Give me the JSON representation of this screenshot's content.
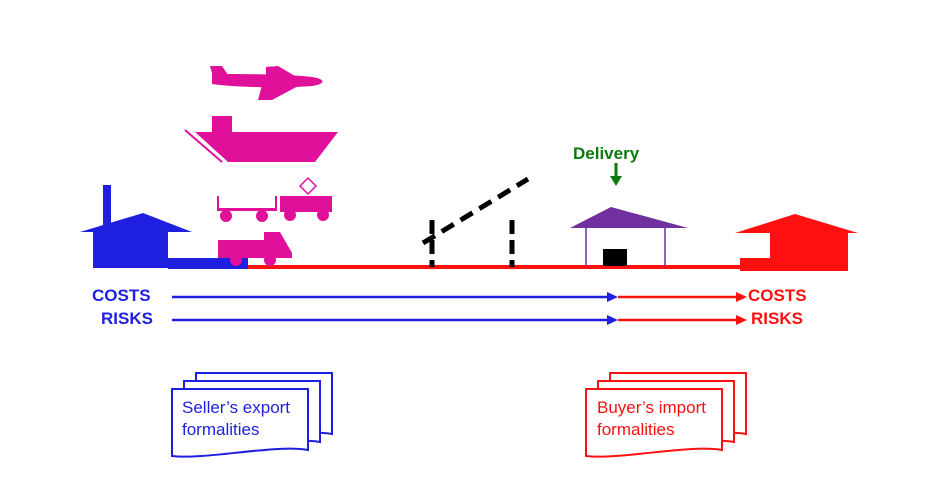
{
  "delivery": {
    "label": "Delivery"
  },
  "seller": {
    "costs_label": "COSTS",
    "risks_label": "RISKS",
    "doc_line1": "Seller’s export",
    "doc_line2": "formalities"
  },
  "buyer": {
    "costs_label": "COSTS",
    "risks_label": "RISKS",
    "doc_line1": "Buyer’s import",
    "doc_line2": "formalities"
  },
  "colors": {
    "seller": "#1f1fe0",
    "buyer": "#ff1010",
    "transport": "#e0109a",
    "delivery": "#0a7a0a",
    "terminal": "#7030a0"
  }
}
